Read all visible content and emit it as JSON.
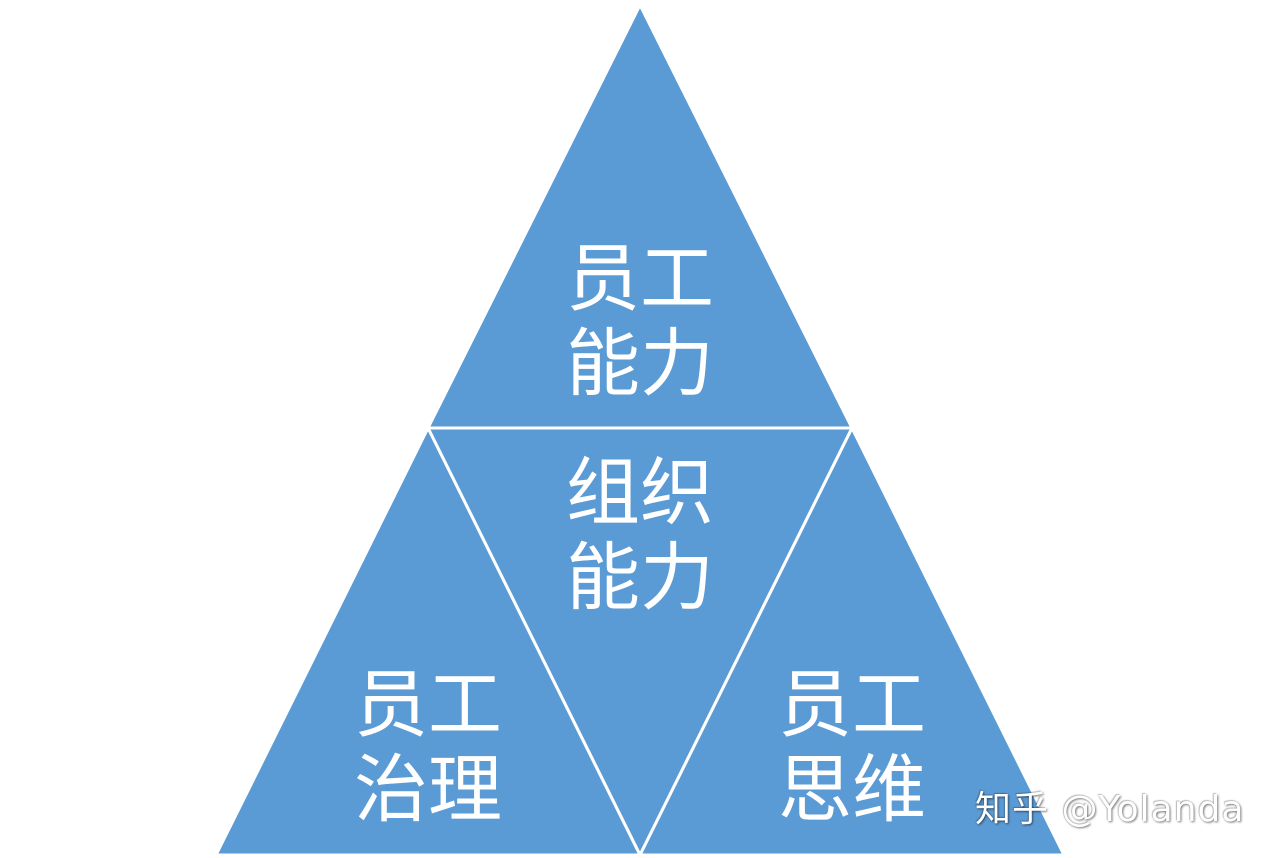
{
  "colors": {
    "fill": "#5b9bd5",
    "stroke": "#ffffff",
    "text": "#ffffff"
  },
  "segments": {
    "top": {
      "line1": "员工",
      "line2": "能力"
    },
    "center": {
      "line1": "组织",
      "line2": "能力"
    },
    "left": {
      "line1": "员工",
      "line2": "治理"
    },
    "right": {
      "line1": "员工",
      "line2": "思维"
    }
  },
  "watermark": "知乎 @Yolanda"
}
